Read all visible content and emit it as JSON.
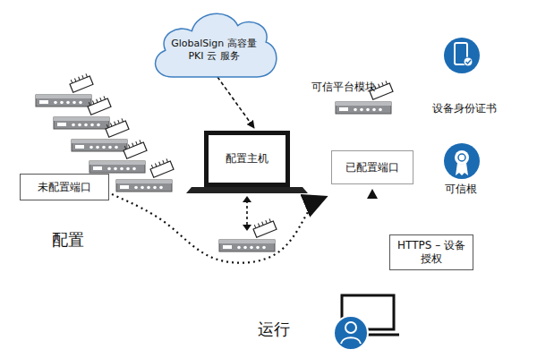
{
  "diagram": {
    "nodes": [
      {
        "text": [
          "GlobalSign 高容量 PKI 云 服务"
        ]
      },
      {
        "text": [
          "配置主机"
        ]
      },
      {
        "text": [
          "未配置端口"
        ]
      },
      {
        "text": [
          "已配置端口"
        ]
      },
      {
        "text": [
          "HTTPS – 设备 授权"
        ]
      }
    ],
    "edges": [
      {
        "from": 0,
        "to": 1,
        "arrow": "to"
      },
      {
        "from": 2,
        "to": 3,
        "arrow": "to"
      }
    ],
    "labels": [
      "可信平台模块",
      "设备身份证书",
      "可信根",
      "配置",
      "运行"
    ]
  }
}
